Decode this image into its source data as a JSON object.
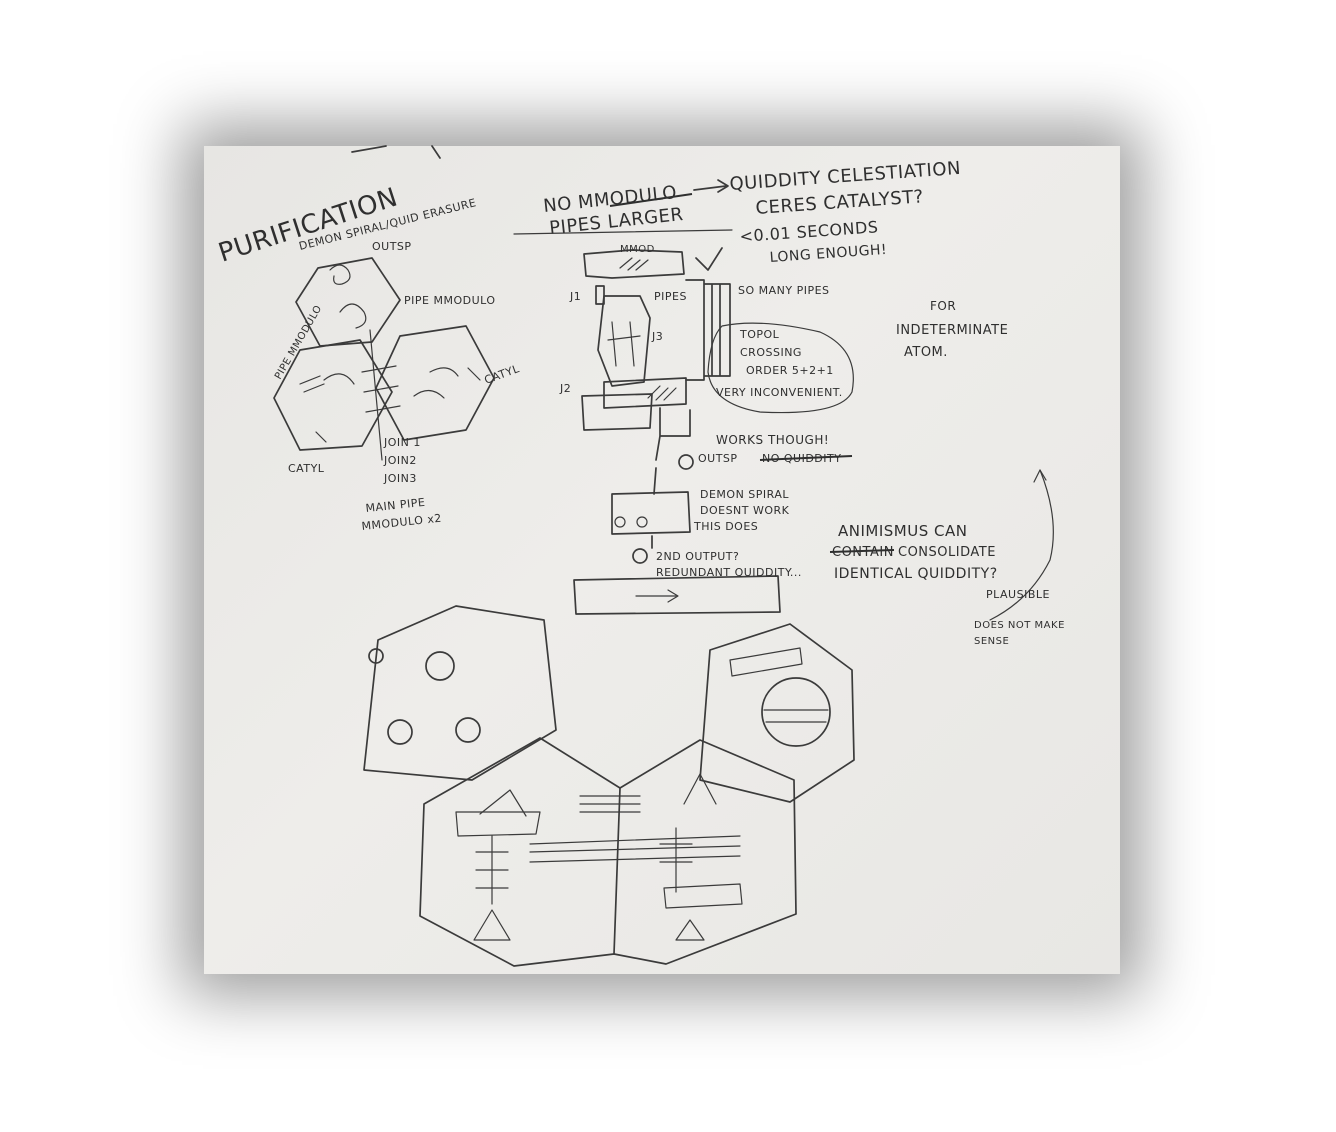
{
  "title": "PURIFICATION",
  "left_diagram": {
    "demon_spiral_label": "DEMON SPIRAL/QUID ERASURE",
    "outsp": "OUTSP",
    "pipe_mmodulo_top": "PIPE MMODULO",
    "pipe_mmodulo_left": "PIPE MMODULO",
    "catyl_right": "CATYL",
    "catyl_left": "CATYL",
    "joins": [
      "JOIN 1",
      "JOIN2",
      "JOIN3"
    ],
    "main_pipe": "MAIN PIPE",
    "main_pipe_2": "MMODULO x2"
  },
  "header_notes": {
    "no_mmodulo": "NO MMODULO",
    "quiddity_celestiation": "QUIDDITY CELESTIATION",
    "ceres_catalyst": "CERES CATALYST?",
    "pipes_larger": "PIPES LARGER",
    "seconds": "<0.01 SECONDS",
    "long_enough": "LONG ENOUGH!"
  },
  "center_diagram": {
    "mmod": "MMOD",
    "j1": "J1",
    "j2": "J2",
    "j3": "J3",
    "pipes": "PIPES",
    "so_many_pipes": "SO MANY PIPES",
    "topol": "TOPOL",
    "crossing": "CROSSING",
    "order": "ORDER 5+2+1",
    "very_inconvenient": "VERY INCONVENIENT.",
    "works_though": "WORKS THOUGH!",
    "outsp": "OUTSP",
    "no_quiddity": "NO QUIDDITY",
    "demon_spiral": "DEMON SPIRAL",
    "doesnt_work": "DOESNT WORK",
    "this_does": "THIS DOES",
    "second_output": "2ND OUTPUT?",
    "redundant_quiddity": "REDUNDANT QUIDDITY..."
  },
  "right_notes": {
    "for": "FOR",
    "indeterminate": "INDETERMINATE",
    "atom": "ATOM.",
    "animismus_can": "ANIMISMUS CAN",
    "contain": "CONTAIN",
    "consolidate": "CONSOLIDATE",
    "identical_quiddity": "IDENTICAL QUIDDITY?",
    "plausible": "PLAUSIBLE",
    "does_not_make": "DOES NOT MAKE",
    "sense": "SENSE"
  },
  "colors": {
    "ink": "#3b3b3b",
    "paper": "#e9e8e5",
    "backdrop": "#ffffff"
  }
}
